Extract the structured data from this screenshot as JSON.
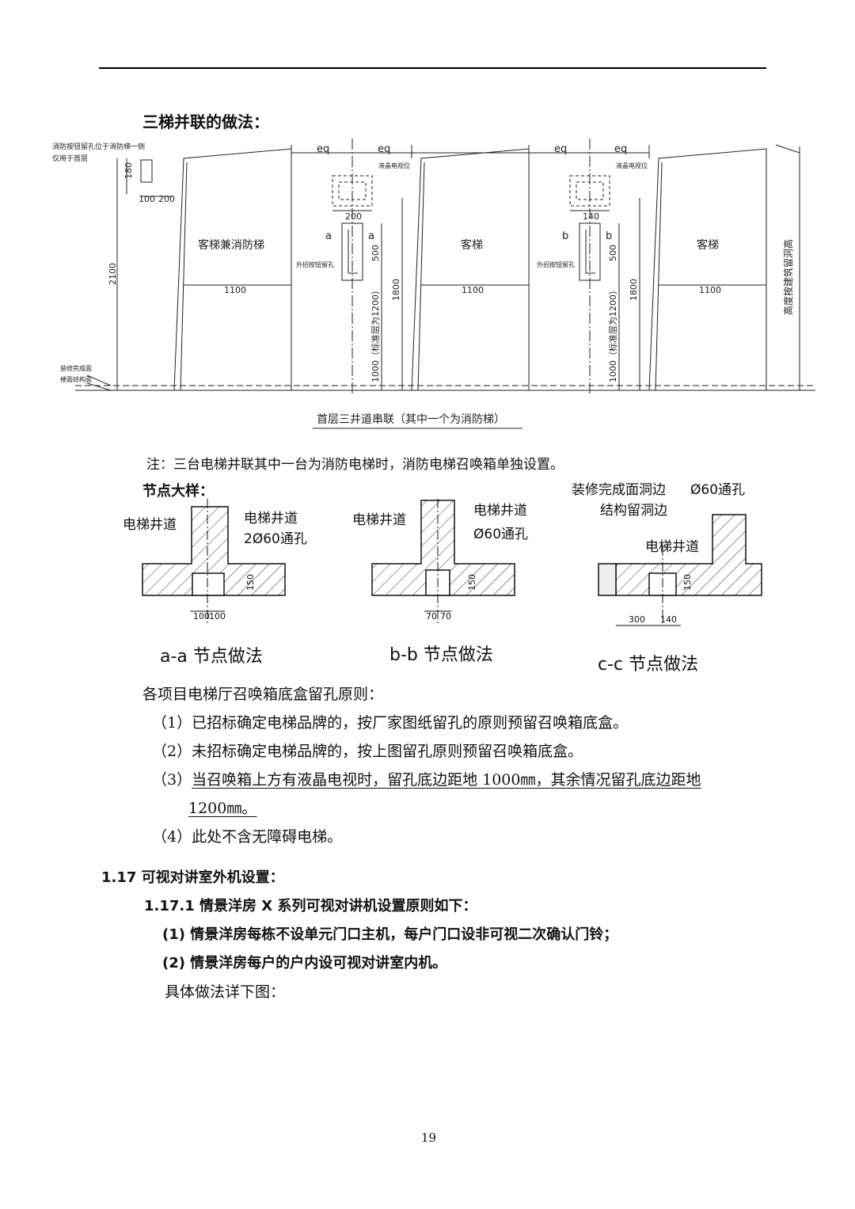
{
  "header_rule": true,
  "section_title": "三梯并联的做法：",
  "elevation": {
    "top_note_line1": "消防按钮留孔位于消防梯一侧",
    "top_note_line2": "仅用于首层",
    "dim_180": "180",
    "dim_100": "100",
    "dim_200": "200",
    "dim_2100": "2100",
    "eq": "eq",
    "lcd_label": "液晶电视位",
    "dim_200b": "200",
    "dim_140": "140",
    "sec_a": "a",
    "sec_b": "b",
    "button_hole_a": "外招按钮留孔",
    "button_hole_b": "外招按钮留孔",
    "dim_500": "500",
    "dim_1800": "1800",
    "dim_1000_std": "1000（标准层为1200）",
    "shaft1_label": "客梯兼消防梯",
    "shaft2_label": "客梯",
    "shaft3_label": "客梯",
    "dim_1100": "1100",
    "finish_floor": "装修完成面",
    "structure_floor": "楼面结构面",
    "right_height": "高度按建筑留洞高",
    "caption": "首层三井道串联（其中一个为消防梯）"
  },
  "note": "注：三台电梯并联其中一台为消防电梯时，消防电梯召唤箱单独设置。",
  "node_title": "节点大样：",
  "details": {
    "a": {
      "shaft_left": "电梯井道",
      "shaft_right": "电梯井道",
      "hole": "2Ø60通孔",
      "dim1": "100",
      "dim2": "100",
      "dim_h": "150",
      "caption": "a-a 节点做法"
    },
    "b": {
      "shaft_left": "电梯井道",
      "shaft_right": "电梯井道",
      "hole": "Ø60通孔",
      "dim1": "70",
      "dim2": "70",
      "dim_h": "150",
      "caption": "b-b 节点做法"
    },
    "c": {
      "finish_edge": "装修完成面洞边",
      "struct_edge": "结构留洞边",
      "hole": "Ø60通孔",
      "shaft": "电梯井道",
      "dim1": "300",
      "dim2": "140",
      "dim_h": "150",
      "caption": "c-c 节点做法"
    }
  },
  "principles": {
    "title": "各项目电梯厅召唤箱底盒留孔原则：",
    "item1": "（1）已招标确定电梯品牌的，按厂家图纸留孔的原则预留召唤箱底盒。",
    "item2": "（2）未招标确定电梯品牌的，按上图留孔原则预留召唤箱底盒。",
    "item3_prefix": "（3）",
    "item3_line1": "当召唤箱上方有液晶电视时，留孔底边距地 1000㎜，其余情况留孔底边距地",
    "item3_line2": "1200㎜。",
    "item4": "（4）此处不含无障碍电梯。"
  },
  "section_117": "1.17 可视对讲室外机设置：",
  "section_1171": "1.17.1 情景洋房 X 系列可视对讲机设置原则如下：",
  "rule1": "(1) 情景洋房每栋不设单元门口主机，每户门口设非可视二次确认门铃；",
  "rule2": "(2) 情景洋房每户的户内设可视对讲室内机。",
  "rule_detail": "具体做法详下图：",
  "page_number": "19"
}
